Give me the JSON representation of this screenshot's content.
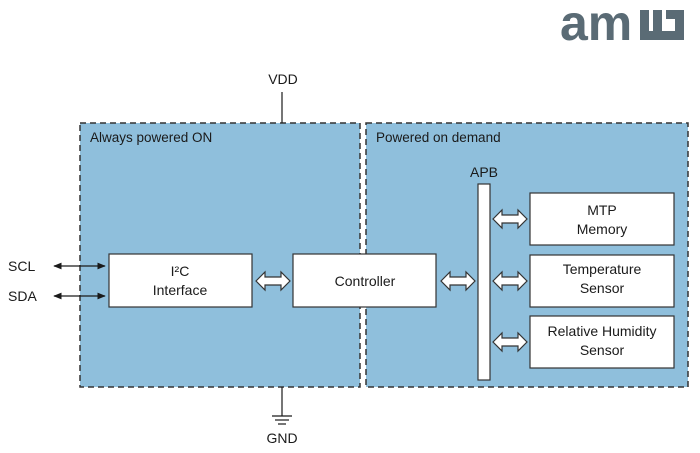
{
  "logo": {
    "text": "am",
    "suffix": "s"
  },
  "pins": {
    "vdd": "VDD",
    "gnd": "GND",
    "scl": "SCL",
    "sda": "SDA"
  },
  "regions": {
    "always_on": "Always powered ON",
    "on_demand": "Powered on demand"
  },
  "bus": {
    "label": "APB"
  },
  "blocks": {
    "i2c": {
      "line1": "I²C",
      "line2": "Interface"
    },
    "controller": {
      "line1": "Controller"
    },
    "mtp": {
      "line1": "MTP",
      "line2": "Memory"
    },
    "temperature": {
      "line1": "Temperature",
      "line2": "Sensor"
    },
    "humidity": {
      "line1": "Relative Humidity",
      "line2": "Sensor"
    }
  },
  "colors": {
    "region_fill": "#8fbfdc",
    "block_fill": "#ffffff",
    "stroke": "#333333",
    "logo": "#5a6b75"
  }
}
